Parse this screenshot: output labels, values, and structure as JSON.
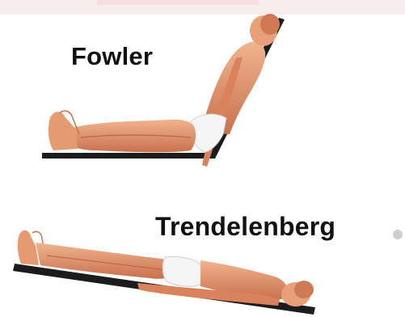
{
  "positions": [
    {
      "id": "fowler",
      "label": "Fowler"
    },
    {
      "id": "trendelenburg",
      "label": "Trendelenberg"
    }
  ],
  "colors": {
    "skin": "#e59a72",
    "skin_shadow": "#c86f4c",
    "skin_light": "#f3be9b",
    "garment": "#f4f4f4",
    "table": "#1a1a1a",
    "background": "#ffffff",
    "top_band": "#f6e7e7"
  }
}
